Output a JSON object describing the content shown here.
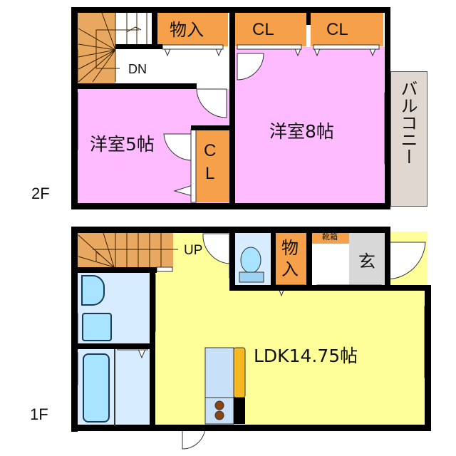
{
  "floors": {
    "second": {
      "label": "2F",
      "rooms": {
        "storage": "物入",
        "closet_a": "CL",
        "closet_b": "CL",
        "hall_stairs": "DN",
        "western_room_5": "洋室5帖",
        "closet_c_top": "C",
        "closet_c_bottom": "L",
        "western_room_8": "洋室8帖",
        "balcony": "バルコニー"
      }
    },
    "first": {
      "label": "1F",
      "rooms": {
        "stairs": "UP",
        "storage": "物",
        "storage_2": "入",
        "shoe_box": "靴箱",
        "entrance": "玄",
        "ldk": "LDK14.75帖"
      }
    }
  },
  "colors": {
    "wall": "#000000",
    "western_room": "#ffbbff",
    "closet": "#f7a04a",
    "stairs": "#e8a860",
    "balcony": "#e0d8d0",
    "ldk": "#ffff99",
    "wet_area": "#d8ecff",
    "entrance": "#d8d8d8",
    "counter": "#f5b820"
  }
}
